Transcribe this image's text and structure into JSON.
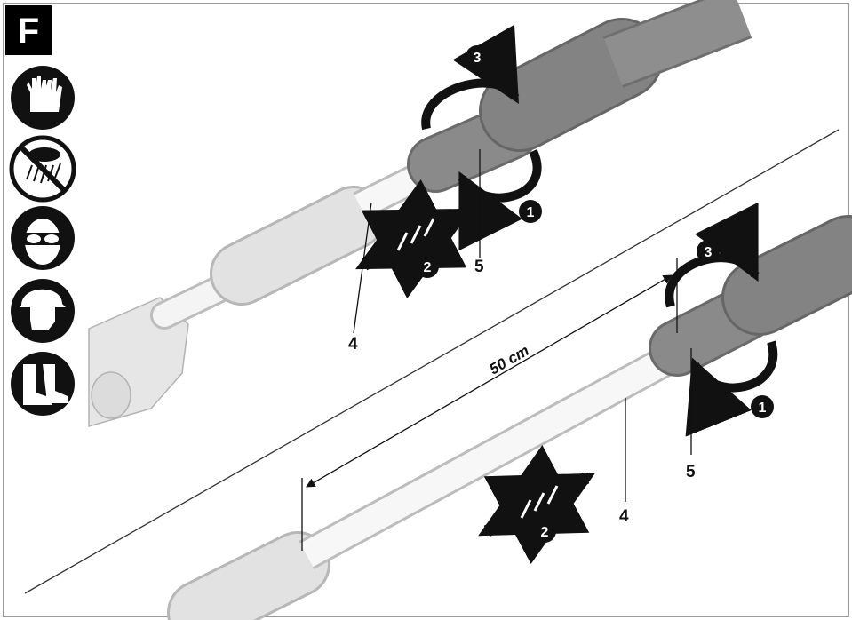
{
  "figure_letter": "F",
  "colors": {
    "frame": "#9a9a9a",
    "dark_part": "#7c7c7c",
    "light_part": "#e2e2e2",
    "ink": "#111111"
  },
  "safety_icons": [
    "gloves-icon",
    "no-rain-icon",
    "goggles-icon",
    "helmet-icon",
    "boots-icon"
  ],
  "top_assembly": {
    "label_4": "4",
    "label_5": "5",
    "step_1": "1",
    "step_2": "2",
    "step_3": "3"
  },
  "bottom_assembly": {
    "label_4": "4",
    "label_5": "5",
    "step_1": "1",
    "step_2": "2",
    "step_3": "3",
    "dimension": "50 cm"
  }
}
